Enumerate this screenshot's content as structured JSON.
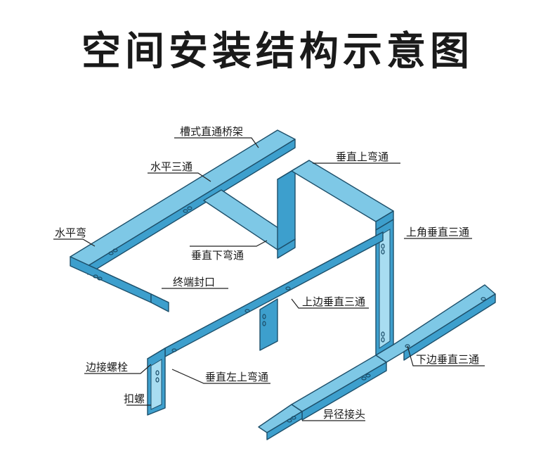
{
  "title": "空间安装结构示意图",
  "labels": {
    "straight_tray": "槽式直通桥架",
    "horizontal_tee": "水平三通",
    "vertical_up_bend": "垂直上弯通",
    "horizontal_bend": "水平弯",
    "vertical_down_bend": "垂直下弯通",
    "corner_vertical_tee": "上角垂直三通",
    "end_cap": "终端封口",
    "side_vertical_tee": "上边垂直三通",
    "edge_bolt": "边接螺栓",
    "vertical_left_up_bend": "垂直左上弯通",
    "bottom_vertical_tee": "下边垂直三通",
    "clip_bolt": "扣螺",
    "reducer": "异径接头"
  },
  "colors": {
    "tray_top": "#7ec8e6",
    "tray_side": "#3d9fcd",
    "outline": "#1d4f6a"
  }
}
